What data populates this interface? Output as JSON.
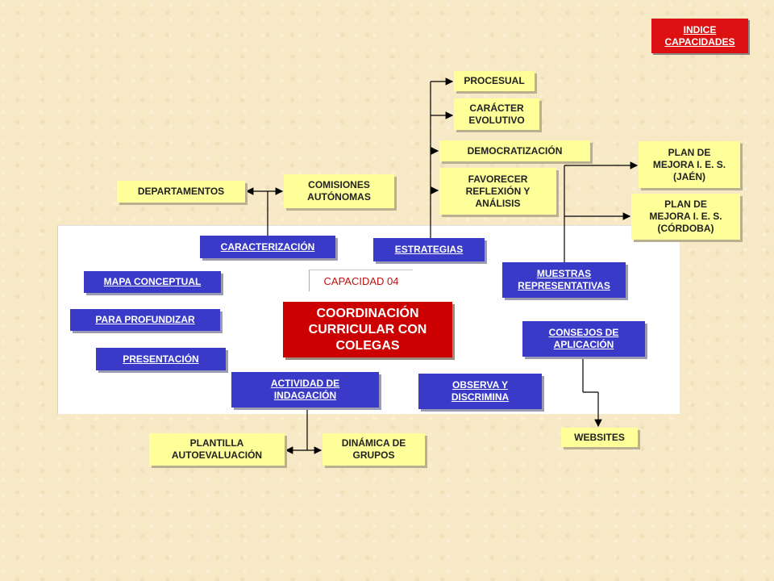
{
  "index_button": "INDICE CAPACIDADES",
  "center": {
    "tab_label": "CAPACIDAD  04",
    "title": "COORDINACIÓN CURRICULAR CON COLEGAS"
  },
  "blue": {
    "caracterizacion": "CARACTERIZACIÓN",
    "estrategias": "ESTRATEGIAS",
    "muestras": "MUESTRAS REPRESENTATIVAS",
    "mapa": "MAPA CONCEPTUAL",
    "profundizar": "PARA PROFUNDIZAR",
    "presentacion": "PRESENTACIÓN",
    "actividad": "ACTIVIDAD DE INDAGACIÓN",
    "observa": "OBSERVA Y DISCRIMINA",
    "consejos": "CONSEJOS DE APLICACIÓN"
  },
  "yellow": {
    "procesual": "PROCESUAL",
    "caracter": "CARÁCTER EVOLUTIVO",
    "democratizacion": "DEMOCRATIZACIÓN",
    "favorecer": "FAVORECER REFLEXIÓN Y ANÁLISIS",
    "departamentos": "DEPARTAMENTOS",
    "comisiones": "COMISIONES AUTÓNOMAS",
    "plan_jaen": "PLAN DE MEJORA I. E. S. (JAÉN)",
    "plan_cordoba": "PLAN DE MEJORA I. E. S. (CÓRDOBA)",
    "plantilla": "PLANTILLA AUTOEVALUACIÓN",
    "dinamica": "DINÁMICA DE GRUPOS",
    "websites": "WEBSITES"
  },
  "colors": {
    "blue": "#3a3ac8",
    "yellow": "#ffff99",
    "red": "#cc0000",
    "background": "#f7e9c6"
  }
}
